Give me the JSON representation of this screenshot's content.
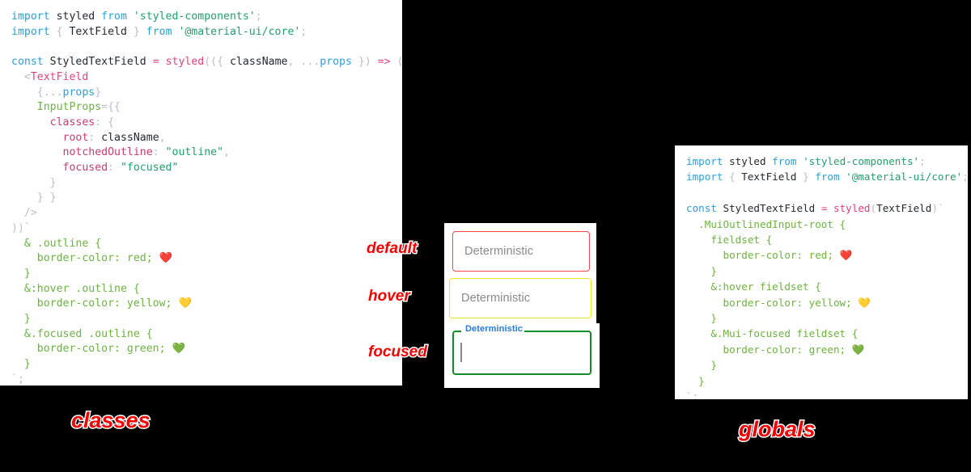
{
  "page": {
    "background_color": "#000000",
    "panel_background": "#ffffff"
  },
  "colors": {
    "accent_red": "#f40000",
    "border_default": "#ef4b4b",
    "border_hover": "#f5e31e",
    "border_focused": "#128c28",
    "label_focused": "#2979d6",
    "placeholder_text": "#8a8a8a",
    "keyword": "#2b9fd8",
    "string": "#22a06b",
    "function": "#e0447b",
    "property": "#6cb33f",
    "key": "#c73a72",
    "punctuation": "#b9bfc6"
  },
  "left_panel": {
    "caption": "classes",
    "code_lines": [
      [
        {
          "t": "import ",
          "c": "kw"
        },
        {
          "t": "styled ",
          "c": "plain"
        },
        {
          "t": "from ",
          "c": "kw"
        },
        {
          "t": "'styled-components'",
          "c": "str"
        },
        {
          "t": ";",
          "c": "punct"
        }
      ],
      [
        {
          "t": "import ",
          "c": "kw"
        },
        {
          "t": "{",
          "c": "punct"
        },
        {
          "t": " TextField ",
          "c": "plain"
        },
        {
          "t": "}",
          "c": "punct"
        },
        {
          "t": " from ",
          "c": "kw"
        },
        {
          "t": "'@material-ui/core'",
          "c": "str"
        },
        {
          "t": ";",
          "c": "punct"
        }
      ],
      [],
      [
        {
          "t": "const ",
          "c": "kw"
        },
        {
          "t": "StyledTextField ",
          "c": "plain"
        },
        {
          "t": "=",
          "c": "fn"
        },
        {
          "t": " ",
          "c": "plain"
        },
        {
          "t": "styled",
          "c": "fn"
        },
        {
          "t": "((",
          "c": "punct"
        },
        {
          "t": "{",
          "c": "punct"
        },
        {
          "t": " className",
          "c": "plain"
        },
        {
          "t": ",",
          "c": "punct"
        },
        {
          "t": " ...",
          "c": "punct"
        },
        {
          "t": "props ",
          "c": "var"
        },
        {
          "t": "})",
          "c": "punct"
        },
        {
          "t": " ",
          "c": "plain"
        },
        {
          "t": "=>",
          "c": "fn"
        },
        {
          "t": " (",
          "c": "punct"
        }
      ],
      [
        {
          "t": "  <",
          "c": "punct"
        },
        {
          "t": "TextField",
          "c": "comp"
        }
      ],
      [
        {
          "t": "    {",
          "c": "punct"
        },
        {
          "t": "...",
          "c": "punct"
        },
        {
          "t": "props",
          "c": "var"
        },
        {
          "t": "}",
          "c": "punct"
        }
      ],
      [
        {
          "t": "    InputProps",
          "c": "prop"
        },
        {
          "t": "={{",
          "c": "punct"
        }
      ],
      [
        {
          "t": "      classes",
          "c": "key"
        },
        {
          "t": ": {",
          "c": "punct"
        }
      ],
      [
        {
          "t": "        root",
          "c": "key"
        },
        {
          "t": ": ",
          "c": "punct"
        },
        {
          "t": "className",
          "c": "plain"
        },
        {
          "t": ",",
          "c": "punct"
        }
      ],
      [
        {
          "t": "        notchedOutline",
          "c": "key"
        },
        {
          "t": ": ",
          "c": "punct"
        },
        {
          "t": "\"outline\"",
          "c": "str"
        },
        {
          "t": ",",
          "c": "punct"
        }
      ],
      [
        {
          "t": "        focused",
          "c": "key"
        },
        {
          "t": ": ",
          "c": "punct"
        },
        {
          "t": "\"focused\"",
          "c": "str"
        }
      ],
      [
        {
          "t": "      }",
          "c": "punct"
        }
      ],
      [
        {
          "t": "    } }",
          "c": "punct"
        }
      ],
      [
        {
          "t": "  />",
          "c": "punct"
        }
      ],
      [
        {
          "t": "))`",
          "c": "punct"
        }
      ],
      [
        {
          "t": "  & .outline {",
          "c": "css"
        }
      ],
      [
        {
          "t": "    border-color: red; ",
          "c": "css"
        },
        {
          "t": "❤️",
          "c": "emoji"
        }
      ],
      [
        {
          "t": "  }",
          "c": "css"
        }
      ],
      [
        {
          "t": "  &:hover .outline {",
          "c": "css"
        }
      ],
      [
        {
          "t": "    border-color: yellow; ",
          "c": "css"
        },
        {
          "t": "💛",
          "c": "emoji"
        }
      ],
      [
        {
          "t": "  }",
          "c": "css"
        }
      ],
      [
        {
          "t": "  &.focused .outline {",
          "c": "css"
        }
      ],
      [
        {
          "t": "    border-color: green; ",
          "c": "css"
        },
        {
          "t": "💚",
          "c": "emoji"
        }
      ],
      [
        {
          "t": "  }",
          "c": "css"
        }
      ],
      [
        {
          "t": "`;",
          "c": "punct"
        }
      ]
    ]
  },
  "right_panel": {
    "caption": "globals",
    "code_lines": [
      [
        {
          "t": "import ",
          "c": "kw"
        },
        {
          "t": "styled ",
          "c": "plain"
        },
        {
          "t": "from ",
          "c": "kw"
        },
        {
          "t": "'styled-components'",
          "c": "str"
        },
        {
          "t": ";",
          "c": "punct"
        }
      ],
      [
        {
          "t": "import ",
          "c": "kw"
        },
        {
          "t": "{",
          "c": "punct"
        },
        {
          "t": " TextField ",
          "c": "plain"
        },
        {
          "t": "}",
          "c": "punct"
        },
        {
          "t": " from ",
          "c": "kw"
        },
        {
          "t": "'@material-ui/core'",
          "c": "str"
        },
        {
          "t": ";",
          "c": "punct"
        }
      ],
      [],
      [
        {
          "t": "const ",
          "c": "kw"
        },
        {
          "t": "StyledTextField ",
          "c": "plain"
        },
        {
          "t": "=",
          "c": "fn"
        },
        {
          "t": " ",
          "c": "plain"
        },
        {
          "t": "styled",
          "c": "fn"
        },
        {
          "t": "(",
          "c": "punct"
        },
        {
          "t": "TextField",
          "c": "plain"
        },
        {
          "t": ")`",
          "c": "punct"
        }
      ],
      [
        {
          "t": "  .MuiOutlinedInput-root {",
          "c": "css"
        }
      ],
      [
        {
          "t": "    fieldset {",
          "c": "css"
        }
      ],
      [
        {
          "t": "      border-color: red; ",
          "c": "css"
        },
        {
          "t": "❤️",
          "c": "emoji"
        }
      ],
      [
        {
          "t": "    }",
          "c": "css"
        }
      ],
      [
        {
          "t": "    &:hover fieldset {",
          "c": "css"
        }
      ],
      [
        {
          "t": "      border-color: yellow; ",
          "c": "css"
        },
        {
          "t": "💛",
          "c": "emoji"
        }
      ],
      [
        {
          "t": "    }",
          "c": "css"
        }
      ],
      [
        {
          "t": "    &.Mui-focused fieldset {",
          "c": "css"
        }
      ],
      [
        {
          "t": "      border-color: green; ",
          "c": "css"
        },
        {
          "t": "💚",
          "c": "emoji"
        }
      ],
      [
        {
          "t": "    }",
          "c": "css"
        }
      ],
      [
        {
          "t": "  }",
          "c": "css"
        }
      ],
      [
        {
          "t": "`;",
          "c": "punct"
        }
      ]
    ]
  },
  "demo": {
    "states": [
      {
        "name": "default",
        "annotation": "default",
        "placeholder": "Deterministic",
        "border_color": "#ef4b4b"
      },
      {
        "name": "hover",
        "annotation": "hover",
        "placeholder": "Deterministic",
        "border_color": "#f5e31e"
      },
      {
        "name": "focused",
        "annotation": "focused",
        "floating_label": "Deterministic",
        "value": "",
        "border_color": "#128c28",
        "label_color": "#2979d6"
      }
    ]
  }
}
